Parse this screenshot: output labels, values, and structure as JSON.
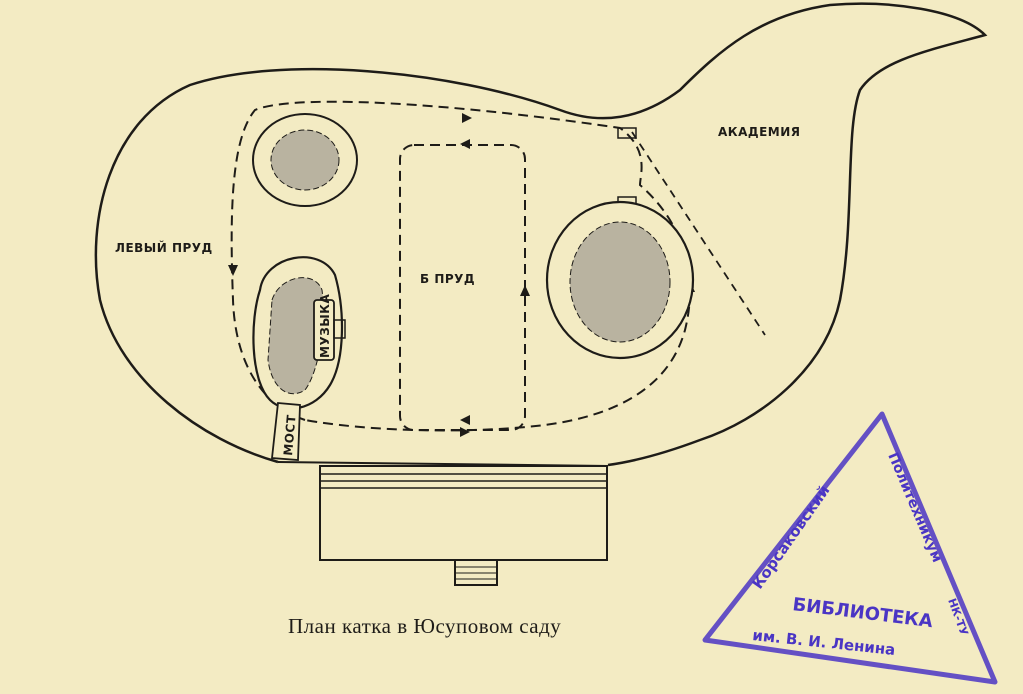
{
  "diagram": {
    "labels": {
      "left_pond": "ЛЕВЫЙ ПРУД",
      "b_pond": "Б ПРУД",
      "academy": "АКАДЕМИЯ",
      "music": "МУЗЫКА",
      "bridge": "МОСТ"
    },
    "caption": "План катка в Юсуповом саду",
    "colors": {
      "ink": "#1e1c18",
      "paper": "#f3ebc3",
      "island_fill": "#b9b3a0",
      "stamp": "#4a35c4"
    }
  },
  "stamp": {
    "left_text": "Корсаковский",
    "right_text": "Политехникум",
    "center_text": "БИБЛИОТЕКА",
    "bottom_text": "им. В. И. Ленина",
    "corner_text": "НК-ТУ"
  }
}
